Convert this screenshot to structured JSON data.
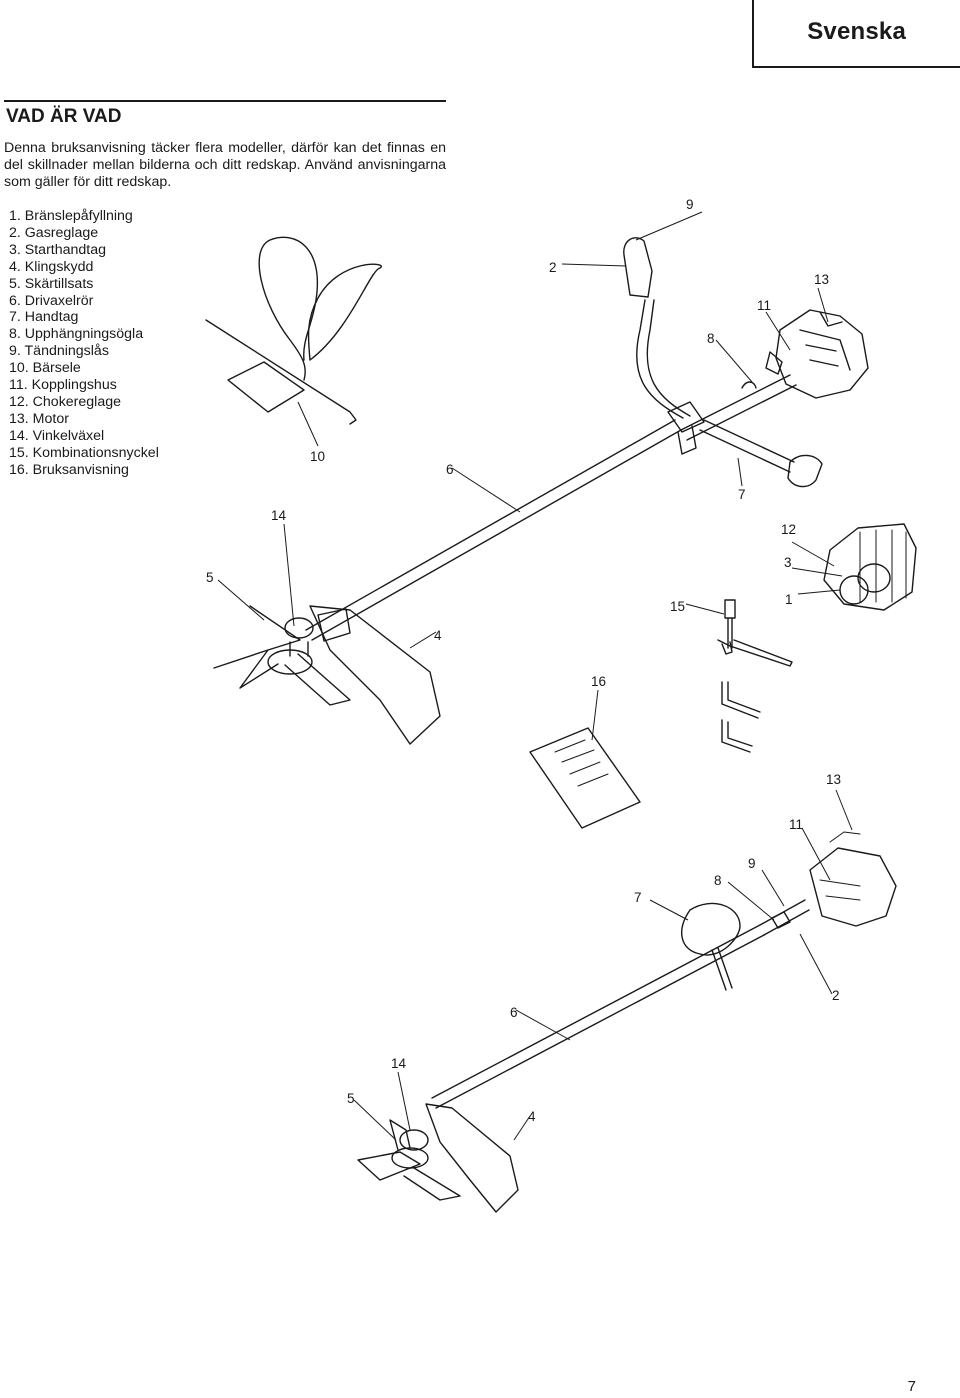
{
  "header": {
    "language": "Svenska"
  },
  "section": {
    "title": "VAD ÄR VAD",
    "intro": "Denna bruksanvisning täcker flera modeller, därför kan det finnas en del skillnader mellan bilderna och ditt redskap. Använd anvisningarna som gäller för ditt redskap."
  },
  "parts": [
    "1. Bränslepåfyllning",
    "2. Gasreglage",
    "3. Starthandtag",
    "4. Klingskydd",
    "5. Skärtillsats",
    "6. Drivaxelrör",
    "7. Handtag",
    "8. Upphängningsögla",
    "9. Tändningslås",
    "10. Bärsele",
    "11. Kopplingshus",
    "12. Chokereglage",
    "13. Motor",
    "14. Vinkelväxel",
    "15. Kombinationsnyckel",
    "16. Bruksanvisning"
  ],
  "callouts": {
    "top": [
      "9",
      "2",
      "13",
      "11",
      "8",
      "10",
      "6",
      "7",
      "14",
      "12",
      "3",
      "5",
      "1",
      "15",
      "4",
      "16"
    ],
    "bottom": [
      "13",
      "11",
      "9",
      "8",
      "7",
      "2",
      "6",
      "14",
      "5",
      "4"
    ]
  },
  "footer": {
    "page": "7"
  }
}
